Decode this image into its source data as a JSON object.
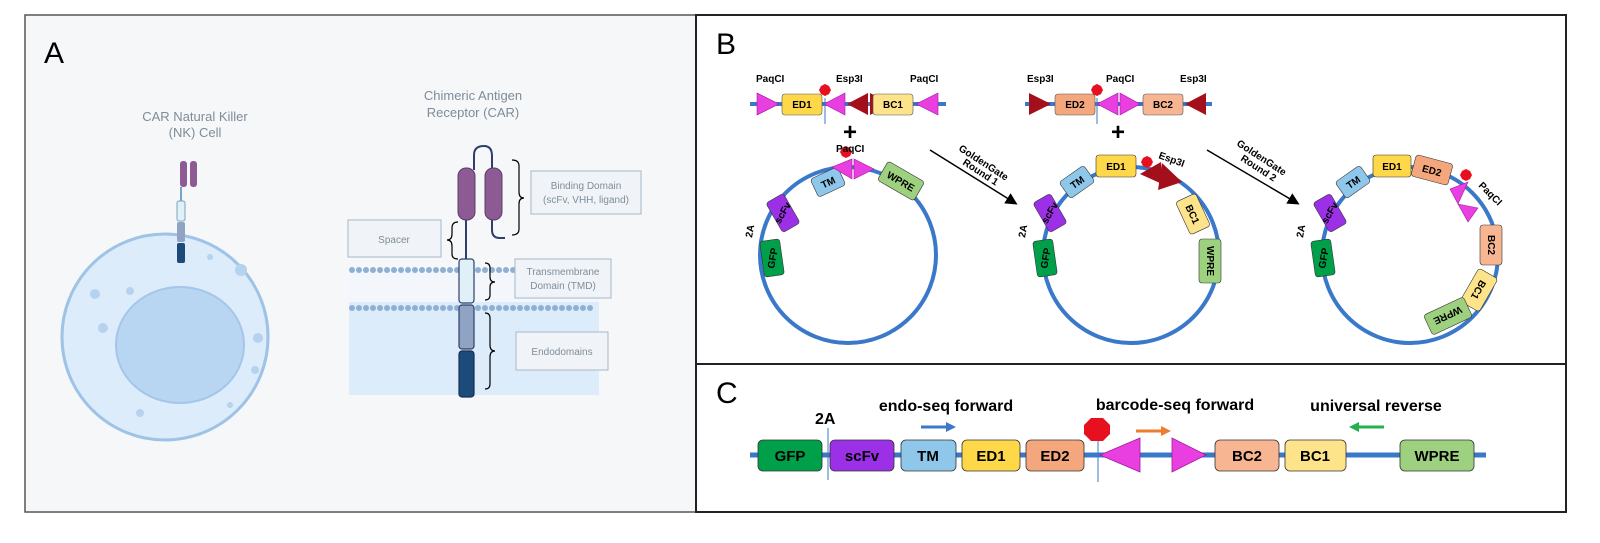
{
  "panels": {
    "a": "A",
    "b": "B",
    "c": "C"
  },
  "panel_a": {
    "cell_title_line1": "CAR Natural Killer",
    "cell_title_line2": "(NK) Cell",
    "car_title_line1": "Chimeric Antigen",
    "car_title_line2": "Receptor (CAR)",
    "binding_line1": "Binding Domain",
    "binding_line2": "(scFv, VHH, ligand)",
    "spacer": "Spacer",
    "tmd_line1": "Transmembrane",
    "tmd_line2": "Domain (TMD)",
    "endo": "Endodomains"
  },
  "panel_b": {
    "paqci": "PaqCI",
    "esp3i": "Esp3I",
    "plus": "+",
    "round1_line1": "GoldenGate",
    "round1_line2": "Round 1",
    "round2_line1": "GoldenGate",
    "round2_line2": "Round 2",
    "two_a": "2A",
    "labels": {
      "ed1": "ED1",
      "ed2": "ED2",
      "bc1": "BC1",
      "bc2": "BC2",
      "tm": "TM",
      "scfv": "scFv",
      "gfp": "GFP",
      "wpre": "WPRE"
    }
  },
  "panel_c": {
    "two_a": "2A",
    "endo_seq_forward": "endo-seq forward",
    "barcode_seq_forward": "barcode-seq forward",
    "universal_reverse": "universal reverse",
    "elements": [
      "GFP",
      "scFv",
      "TM",
      "ED1",
      "ED2",
      "BC2",
      "BC1",
      "WPRE"
    ]
  },
  "colors": {
    "gfp": "#00a04a",
    "scfv": "#9b30e6",
    "tm": "#8ec7ea",
    "ed1": "#ffd84a",
    "ed2": "#f4a77c",
    "bc1": "#fde38a",
    "bc2": "#f7b592",
    "wpre": "#9dd17f",
    "backbone": "#3a78c9",
    "pink": "#ea3fe0",
    "darkred": "#a3101c",
    "stop": "#e6101e",
    "purple_domain": "#8d5b94",
    "blue_primer": "#3a78c9",
    "orange_primer": "#ed7d31",
    "green_primer": "#22b14c"
  }
}
